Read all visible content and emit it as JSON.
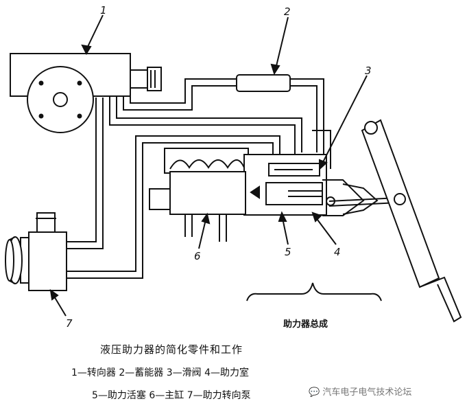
{
  "diagram": {
    "callouts": [
      "1",
      "2",
      "3",
      "4",
      "5",
      "6",
      "7"
    ],
    "assembly_label": "助力器总成"
  },
  "caption": {
    "title": "液压助力器的简化零件和工作",
    "legend_line1": "1—转向器   2—蓄能器   3—滑阀   4—助力室",
    "legend_line2": "5—助力活塞   6—主缸   7—助力转向泵"
  },
  "watermark": "汽车电子电气技术论坛"
}
